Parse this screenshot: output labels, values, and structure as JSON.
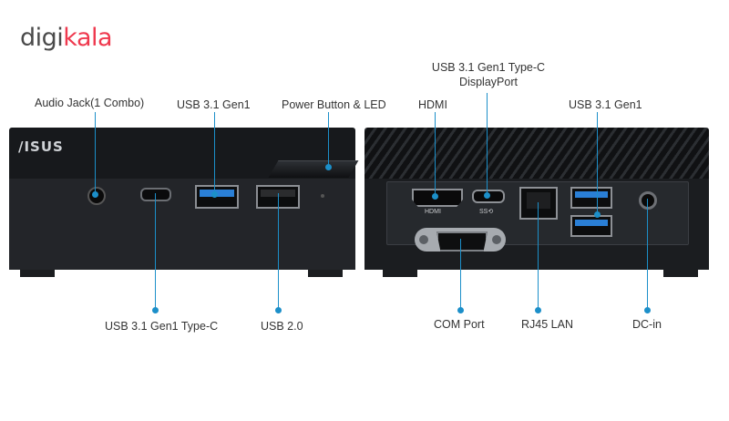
{
  "logo": {
    "part1": "digi",
    "part2": "kala"
  },
  "front": {
    "brand": "/ISUS",
    "labels": {
      "audio": "Audio Jack(1 Combo)",
      "usb31_top": "USB 3.1 Gen1",
      "power": "Power Button & LED",
      "usbc": "USB 3.1 Gen1 Type-C",
      "usb20": "USB 2.0"
    }
  },
  "back": {
    "labels": {
      "hdmi": "HDMI",
      "typec_dp_line1": "USB 3.1 Gen1 Type-C",
      "typec_dp_line2": "DisplayPort",
      "usb31": "USB 3.1 Gen1",
      "com": "COM Port",
      "lan": "RJ45 LAN",
      "dcin": "DC-in"
    },
    "port_print": {
      "hdmi": "HDMI",
      "typec": "SS⟲"
    }
  },
  "colors": {
    "accent": "#1c8fc9",
    "brand_red": "#ef394e",
    "device": "#1b1d20",
    "usb3_blue": "#2a7fd6"
  }
}
